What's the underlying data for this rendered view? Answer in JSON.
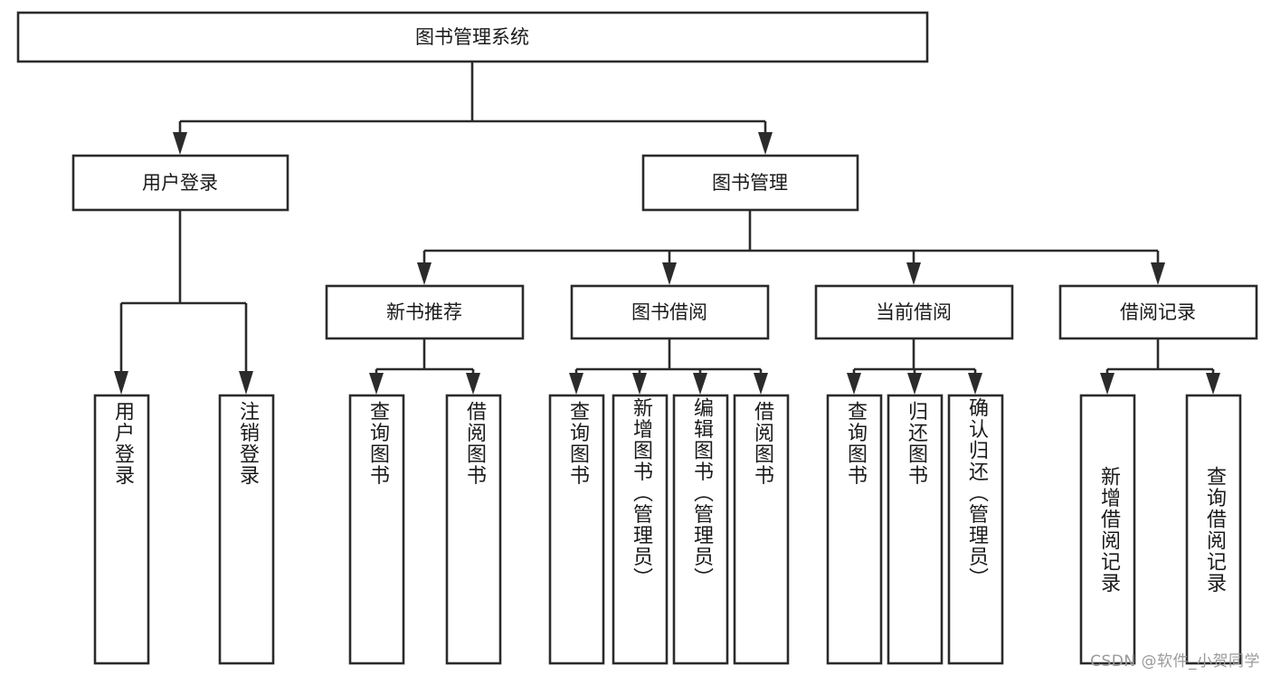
{
  "diagram": {
    "type": "hierarchy-tree",
    "title": "图书管理系统",
    "watermark": "CSDN @软件_小贺同学",
    "root": {
      "label": "图书管理系统"
    },
    "level2": [
      {
        "label": "用户登录"
      },
      {
        "label": "图书管理"
      }
    ],
    "level3": [
      {
        "label": "新书推荐"
      },
      {
        "label": "图书借阅"
      },
      {
        "label": "当前借阅"
      },
      {
        "label": "借阅记录"
      }
    ],
    "leaves": {
      "user_login": [
        {
          "label": "用户登录"
        },
        {
          "label": "注销登录"
        }
      ],
      "new_book_recommend": [
        {
          "label": "查询图书"
        },
        {
          "label": "借阅图书"
        }
      ],
      "book_borrow": [
        {
          "label": "查询图书"
        },
        {
          "label": "新增图书（管理员）"
        },
        {
          "label": "编辑图书（管理员）"
        },
        {
          "label": "借阅图书"
        }
      ],
      "current_borrow": [
        {
          "label": "查询图书"
        },
        {
          "label": "归还图书"
        },
        {
          "label": "确认归还（管理员）"
        }
      ],
      "borrow_record": [
        {
          "label": "新增借阅记录"
        },
        {
          "label": "查询借阅记录"
        }
      ]
    },
    "colors": {
      "stroke": "#2b2b2b",
      "fill": "#ffffff",
      "text": "#1a1a1a",
      "watermark": "#9a9a9a"
    }
  }
}
